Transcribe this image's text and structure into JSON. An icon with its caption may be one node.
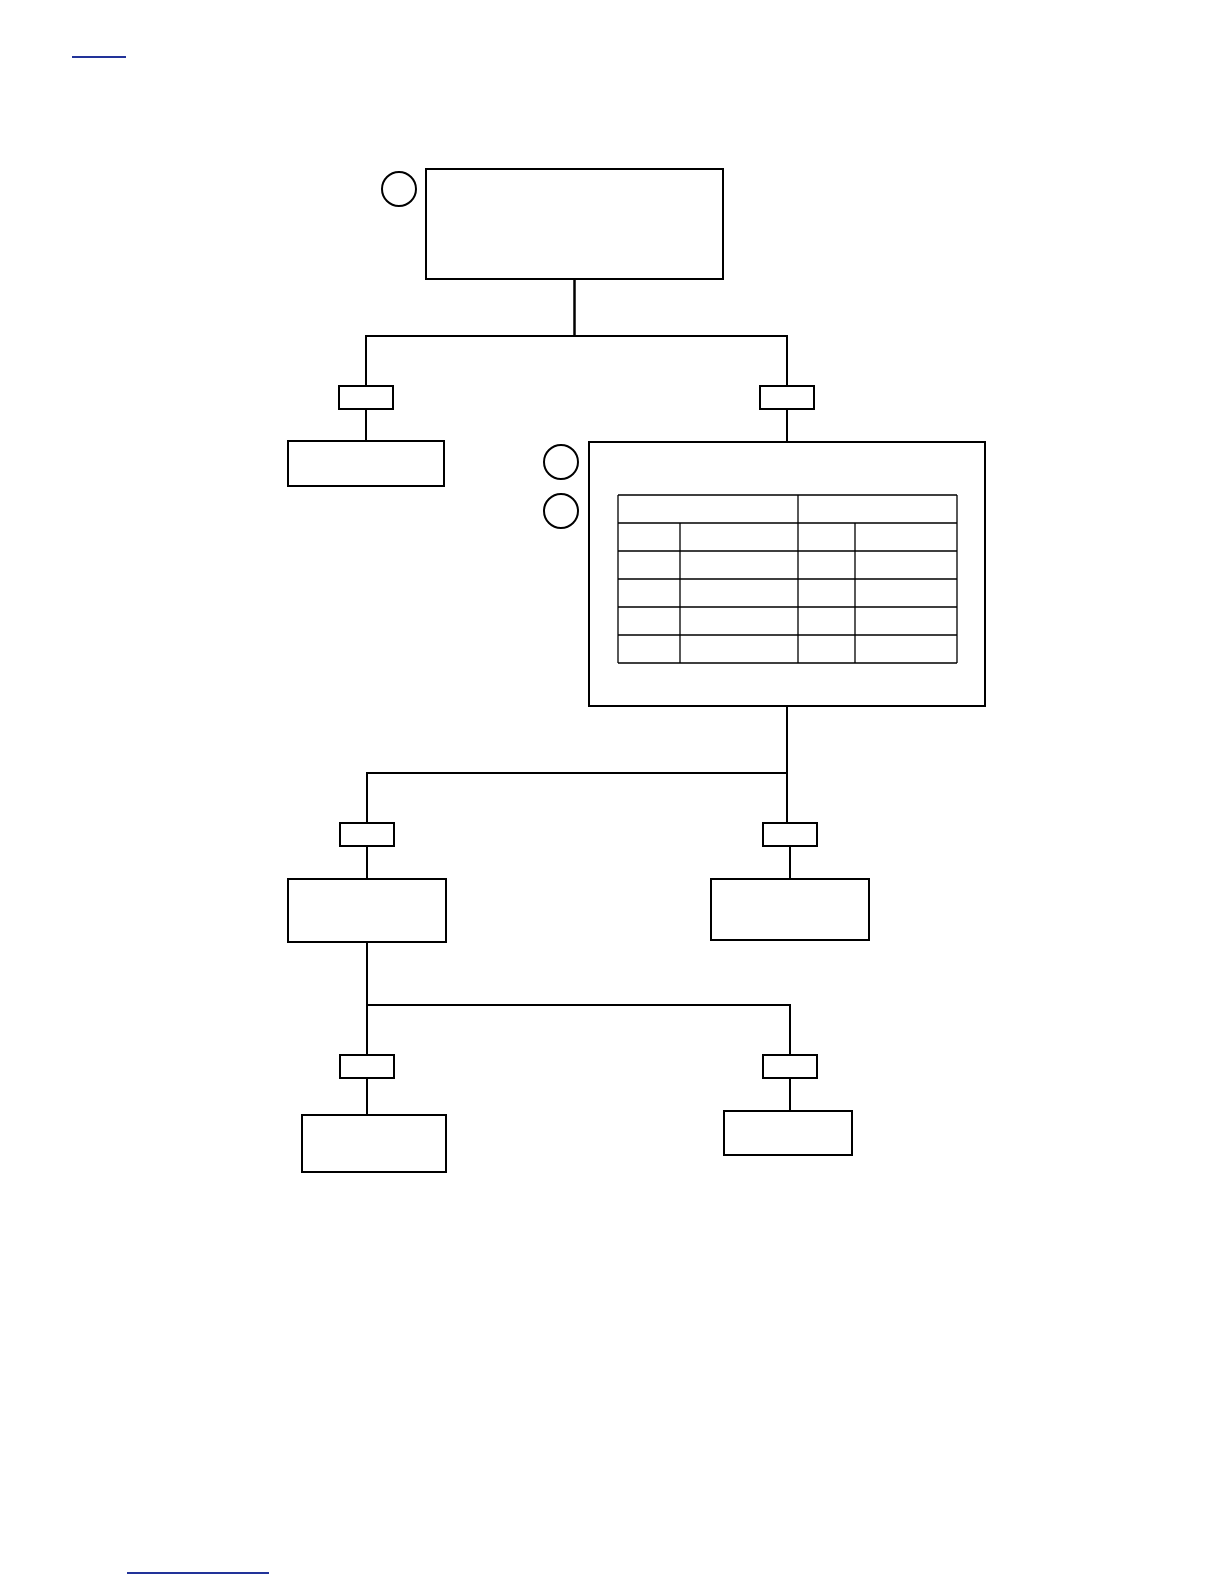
{
  "diagram": {
    "nodes": [
      {
        "text": [],
        "shape": "circle"
      },
      {
        "text": [],
        "shape": "box"
      },
      {
        "text": [],
        "shape": "box"
      },
      {
        "text": [],
        "shape": "box"
      },
      {
        "text": [],
        "shape": "box"
      },
      {
        "text": [],
        "shape": "box"
      },
      {
        "text": [],
        "shape": "circle"
      },
      {
        "text": [],
        "shape": "circle"
      },
      {
        "text": [],
        "shape": "box"
      },
      {
        "text": [],
        "shape": "box"
      },
      {
        "text": [],
        "shape": "box"
      },
      {
        "text": [],
        "shape": "box"
      },
      {
        "text": [],
        "shape": "box"
      },
      {
        "text": [],
        "shape": "box"
      },
      {
        "text": [],
        "shape": "box"
      },
      {
        "text": [],
        "shape": "box"
      }
    ],
    "edges": [
      {
        "from": 1,
        "to": 2,
        "arrow": "none"
      },
      {
        "from": 2,
        "to": 4,
        "arrow": "none"
      },
      {
        "from": 1,
        "to": 3,
        "arrow": "none"
      },
      {
        "from": 3,
        "to": 5,
        "arrow": "none"
      },
      {
        "from": 5,
        "to": 8,
        "arrow": "none"
      },
      {
        "from": 8,
        "to": 10,
        "arrow": "none"
      },
      {
        "from": 5,
        "to": 9,
        "arrow": "none"
      },
      {
        "from": 9,
        "to": 11,
        "arrow": "none"
      },
      {
        "from": 10,
        "to": 12,
        "arrow": "none"
      },
      {
        "from": 12,
        "to": 14,
        "arrow": "none"
      },
      {
        "from": 10,
        "to": 13,
        "arrow": "none"
      },
      {
        "from": 13,
        "to": 15,
        "arrow": "none"
      }
    ]
  }
}
